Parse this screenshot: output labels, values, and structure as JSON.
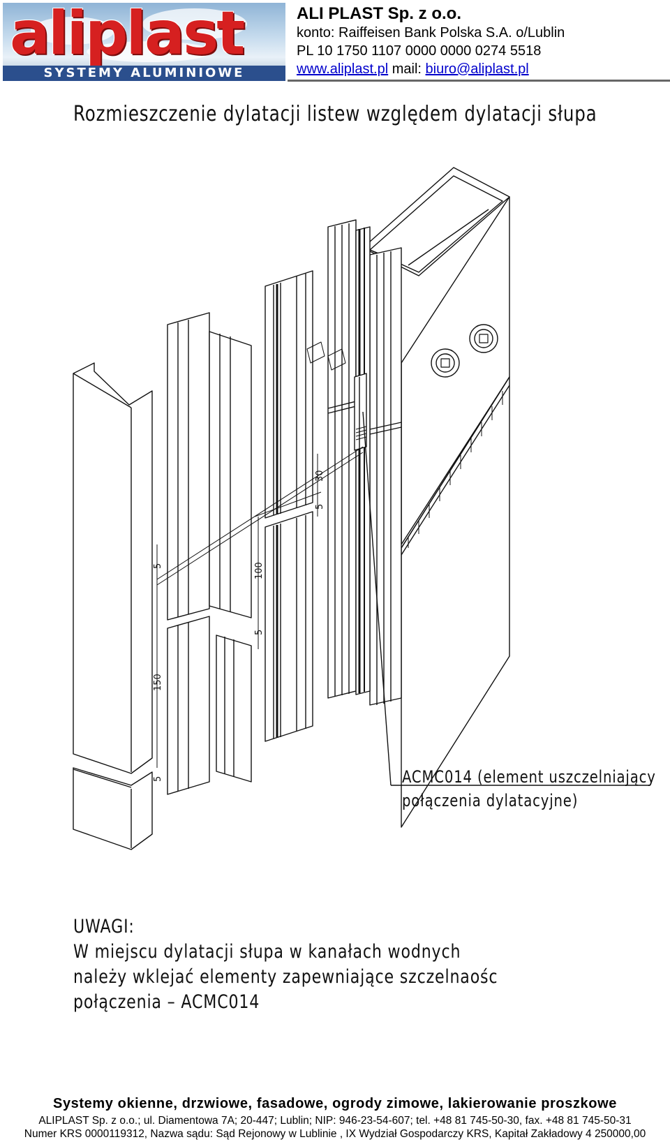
{
  "logo": {
    "wordmark": "aliplast",
    "tagline": "SYSTEMY ALUMINIOWE"
  },
  "company": {
    "name": "ALI PLAST Sp. z o.o.",
    "account": "konto: Raiffeisen Bank Polska S.A. o/Lublin",
    "iban": "PL 10 1750 1107 0000 0000 0274 5518",
    "website": "www.aliplast.pl",
    "mail_label": "mail:",
    "email": "biuro@aliplast.pl"
  },
  "drawing": {
    "title": "Rozmieszczenie dylatacji listew względem dylatacji słupa",
    "dimensions": [
      "30",
      "5",
      "100",
      "5",
      "5",
      "150",
      "5"
    ],
    "callout_line1": "ACMC014 (element uszczelniający",
    "callout_line2": "połączenia dylatacyjne)"
  },
  "notes": {
    "heading": "UWAGI:",
    "line1": "W miejscu dylatacji słupa w kanałach wodnych",
    "line2": "należy wklejać elementy zapewniające szczelnaośc",
    "line3": "połączenia – ACMC014"
  },
  "footer": {
    "line1": "Systemy okienne, drzwiowe, fasadowe, ogrody zimowe, lakierowanie proszkowe",
    "line2": "ALIPLAST Sp. z o.o.; ul. Diamentowa 7A; 20-447; Lublin; NIP: 946-23-54-607; tel. +48 81 745-50-30, fax. +48 81 745-50-31",
    "line3": "Numer KRS 0000119312, Nazwa sądu: Sąd Rejonowy w Lublinie , IX Wydział Gospodarczy KRS, Kapitał Zakładowy 4 250000,00"
  }
}
